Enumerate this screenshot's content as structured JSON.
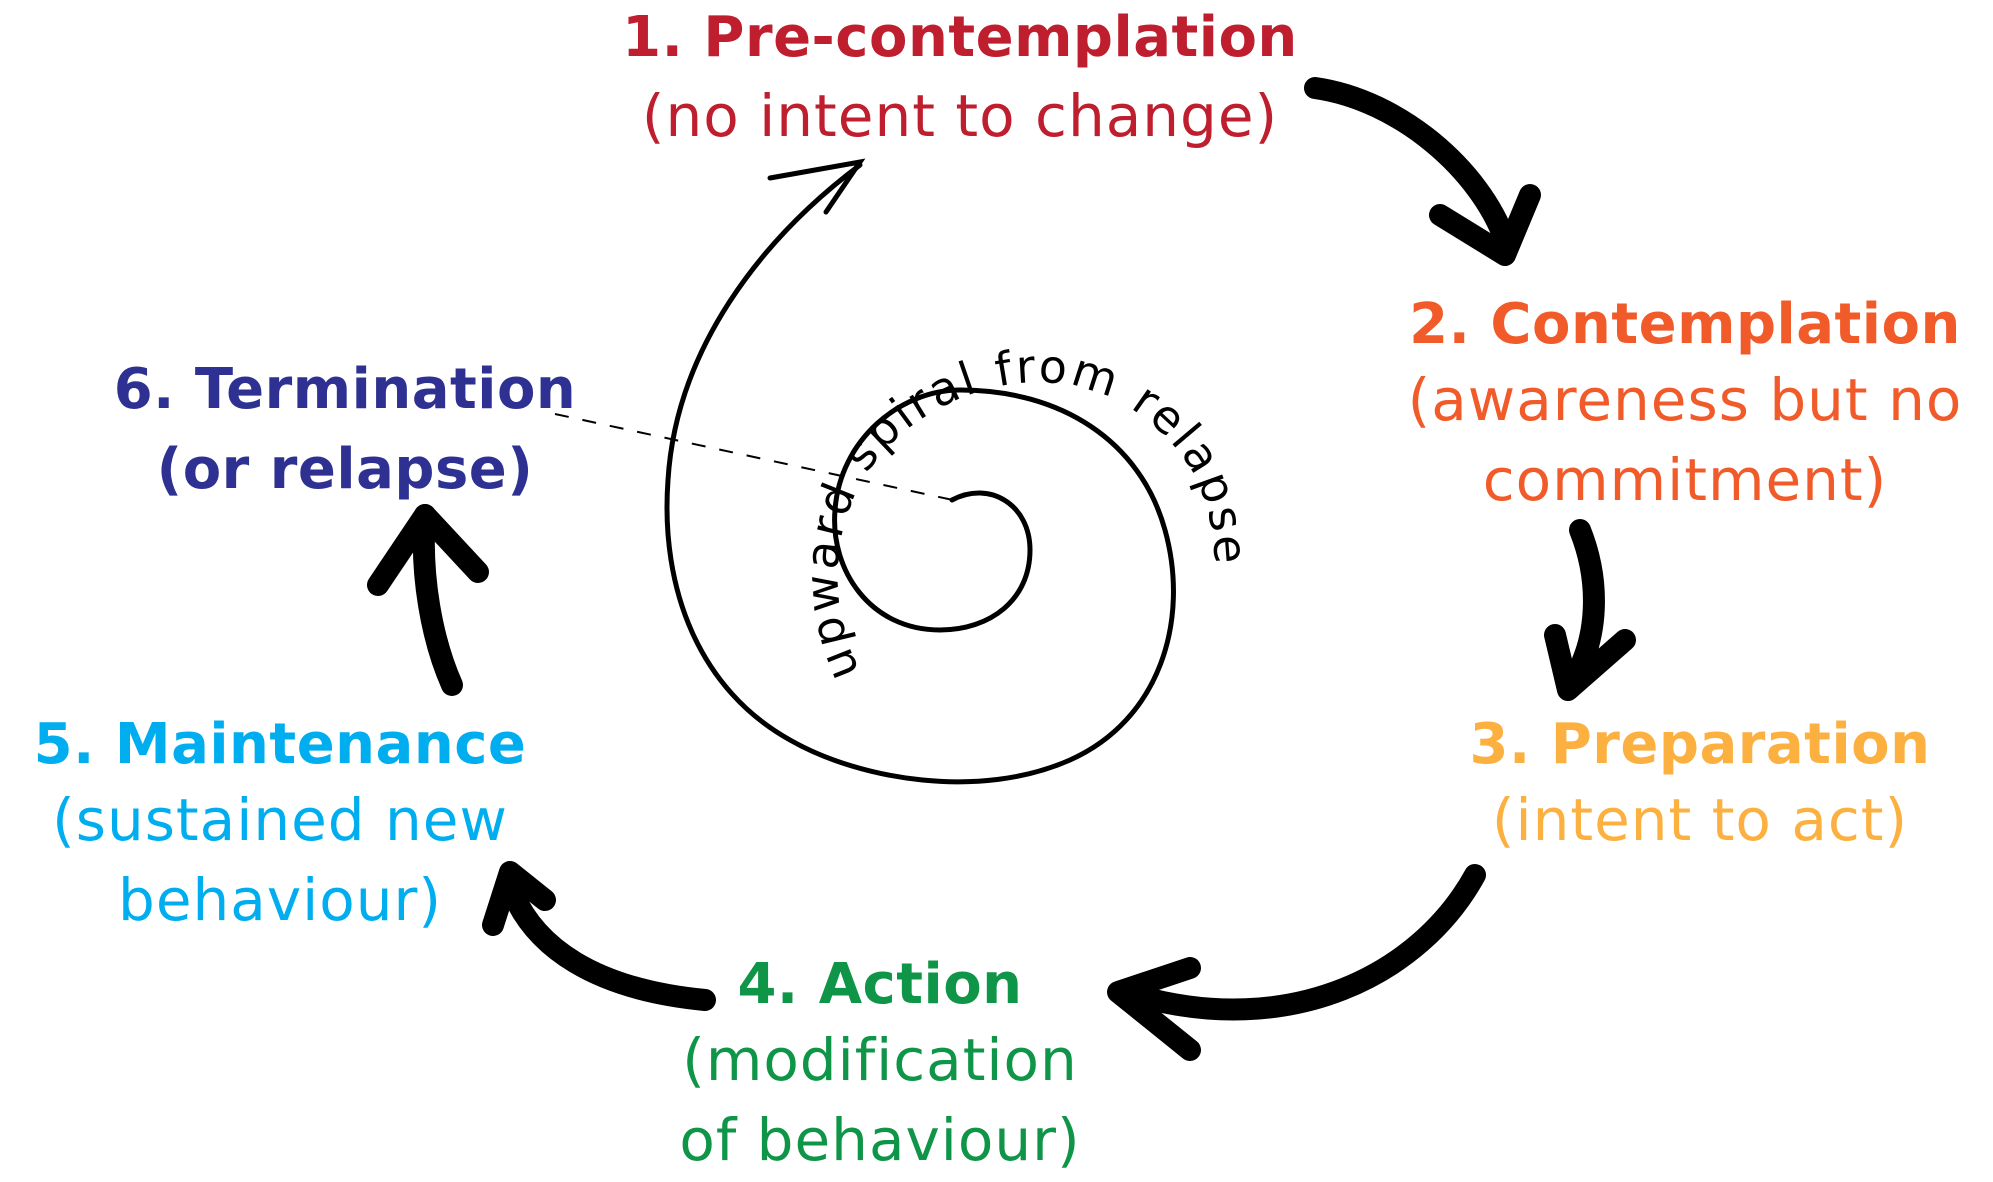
{
  "diagram": {
    "title": "Stages of change",
    "spiral_label": "upward spiral from relapse",
    "stages": [
      {
        "id": 1,
        "title": "1. Pre-contemplation",
        "description_lines": [
          "(no intent to change)"
        ],
        "color": "#BE1E2D"
      },
      {
        "id": 2,
        "title": "2. Contemplation",
        "description_lines": [
          "(awareness but no",
          "commitment)"
        ],
        "color": "#F15A29"
      },
      {
        "id": 3,
        "title": "3. Preparation",
        "description_lines": [
          "(intent to act)"
        ],
        "color": "#FBB040"
      },
      {
        "id": 4,
        "title": "4. Action",
        "description_lines": [
          "(modification",
          "of behaviour)"
        ],
        "color": "#0F9548"
      },
      {
        "id": 5,
        "title": "5. Maintenance",
        "description_lines": [
          "(sustained new",
          "behaviour)"
        ],
        "color": "#00AEEF"
      },
      {
        "id": 6,
        "title": "6. Termination",
        "description_lines": [
          "(or relapse)"
        ],
        "color": "#2E3192"
      }
    ],
    "arrow_color": "#000000",
    "cycle_arrows": [
      {
        "from": 1,
        "to": 2,
        "icon": "curved-arrow-down-right"
      },
      {
        "from": 2,
        "to": 3,
        "icon": "curved-arrow-down"
      },
      {
        "from": 3,
        "to": 4,
        "icon": "curved-arrow-left"
      },
      {
        "from": 4,
        "to": 5,
        "icon": "curved-arrow-up-left"
      },
      {
        "from": 5,
        "to": 6,
        "icon": "curved-arrow-up"
      }
    ],
    "relapse_path": {
      "from": 6,
      "to": 1,
      "style": "dashed line into spiral, ending in open arrowhead"
    }
  }
}
